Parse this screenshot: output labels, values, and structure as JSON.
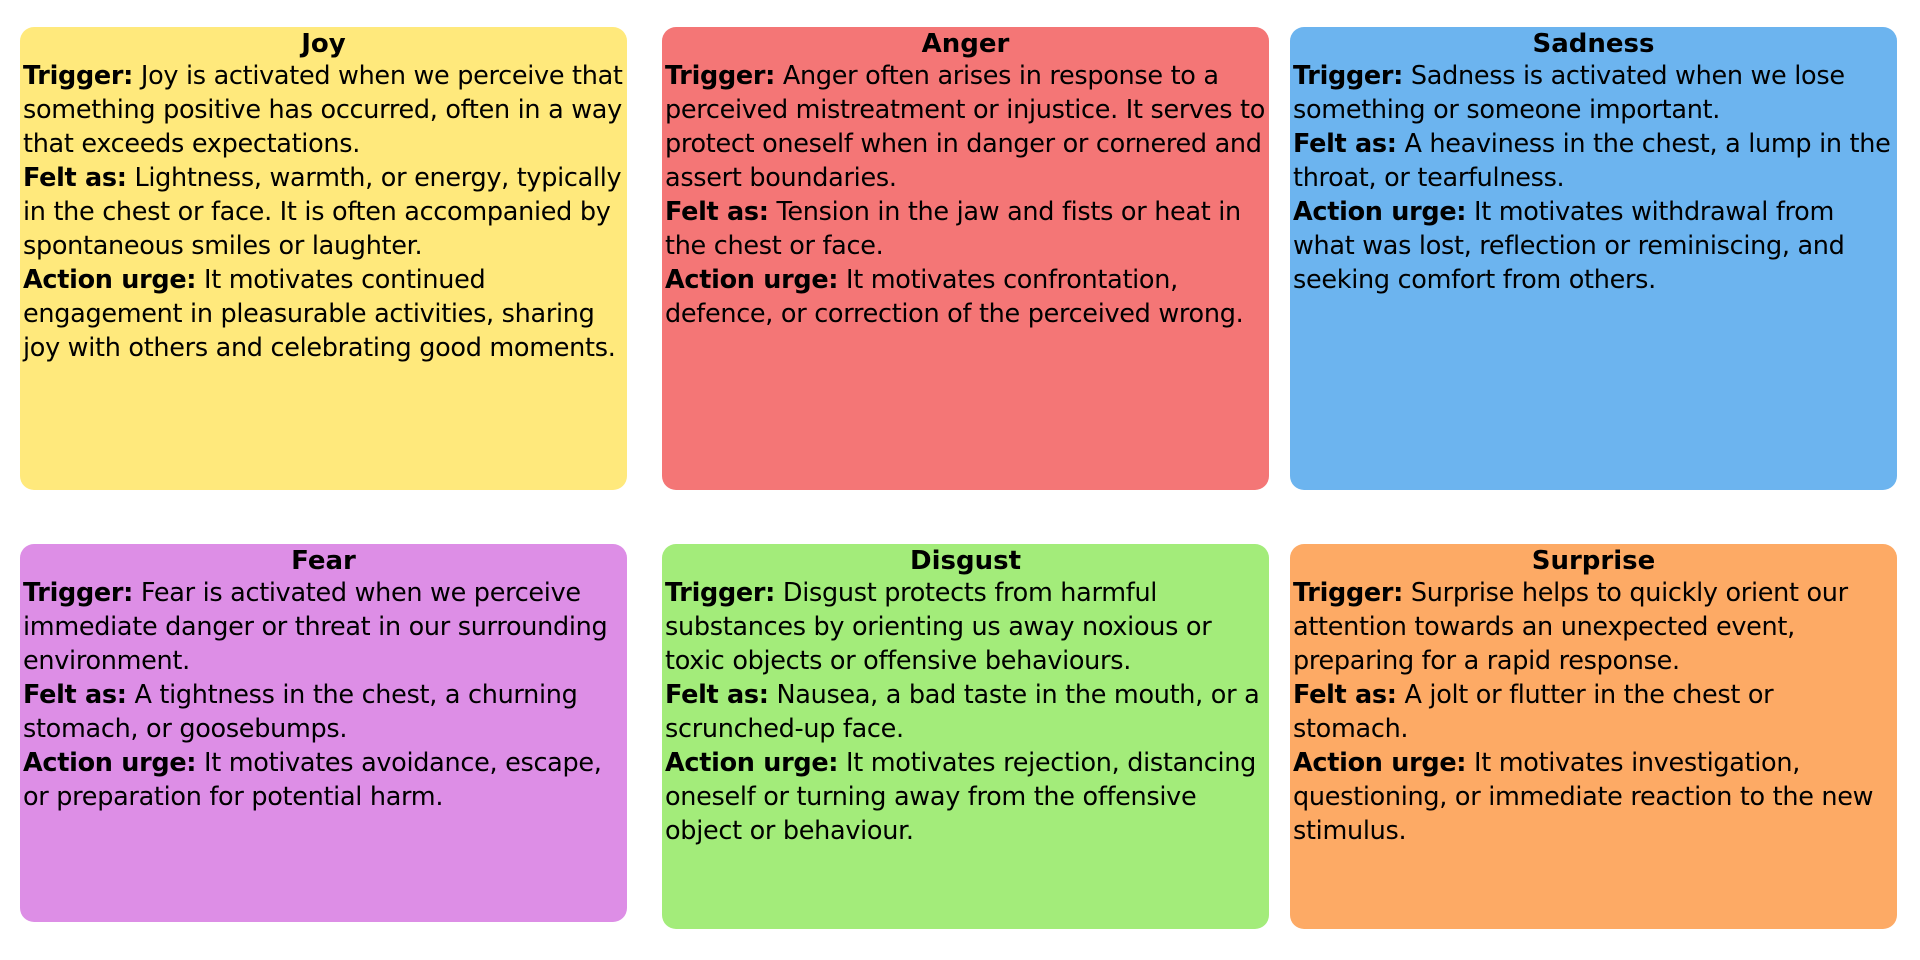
{
  "cards": [
    {
      "title": "Joy",
      "color": "#FFE97C",
      "trigger_label": "Trigger:",
      "trigger_text": " Joy is activated when we perceive that something positive has occurred, often in a way that exceeds expectations.",
      "felt_label": "Felt as:",
      "felt_text": " Lightness, warmth, or energy, typically in the chest or face. It is often accompanied by spontaneous smiles or laughter.",
      "action_label": "Action urge:",
      "action_text": " It motivates continued engagement in pleasurable activities, sharing joy with others and celebrating good moments."
    },
    {
      "title": "Anger",
      "color": "#F47676",
      "trigger_label": "Trigger:",
      "trigger_text": " Anger often arises in response to a perceived mistreatment or injustice. It serves to protect oneself when in danger or cornered and assert boundaries.",
      "felt_label": "Felt as:",
      "felt_text": " Tension in the jaw and fists or heat in the chest or face.",
      "action_label": "Action urge:",
      "action_text": " It motivates confrontation, defence, or correction of the perceived wrong."
    },
    {
      "title": "Sadness",
      "color": "#6CB4EF",
      "trigger_label": "Trigger:",
      "trigger_text": " Sadness is activated when we lose something or someone important.",
      "felt_label": "Felt as:",
      "felt_text": " A heaviness in the chest, a lump in the throat, or tearfulness.",
      "action_label": "Action urge:",
      "action_text": " It motivates withdrawal from what was lost, reflection or reminiscing, and seeking comfort from others."
    },
    {
      "title": "Fear",
      "color": "#DD8EE6",
      "trigger_label": "Trigger:",
      "trigger_text": " Fear is activated when we perceive immediate danger or threat in our surrounding environment.",
      "felt_label": "Felt as:",
      "felt_text": " A tightness in the chest, a churning stomach, or goosebumps.",
      "action_label": "Action urge:",
      "action_text": " It motivates avoidance, escape, or preparation for potential harm."
    },
    {
      "title": "Disgust",
      "color": "#A3EC7A",
      "trigger_label": "Trigger:",
      "trigger_text": " Disgust protects from harmful substances by orienting us away noxious or toxic objects or offensive behaviours.",
      "felt_label": "Felt as:",
      "felt_text": " Nausea, a bad taste in the mouth, or a scrunched-up face.",
      "action_label": "Action urge:",
      "action_text": " It motivates rejection, distancing oneself or turning away from the offensive object or behaviour."
    },
    {
      "title": "Surprise",
      "color": "#FDAA65",
      "trigger_label": "Trigger:",
      "trigger_text": " Surprise helps to quickly orient our attention towards an unexpected event, preparing for a rapid response.",
      "felt_label": "Felt as:",
      "felt_text": " A jolt or flutter in the chest or stomach.",
      "action_label": "Action urge:",
      "action_text": " It motivates investigation, questioning, or immediate reaction to the new stimulus."
    }
  ]
}
